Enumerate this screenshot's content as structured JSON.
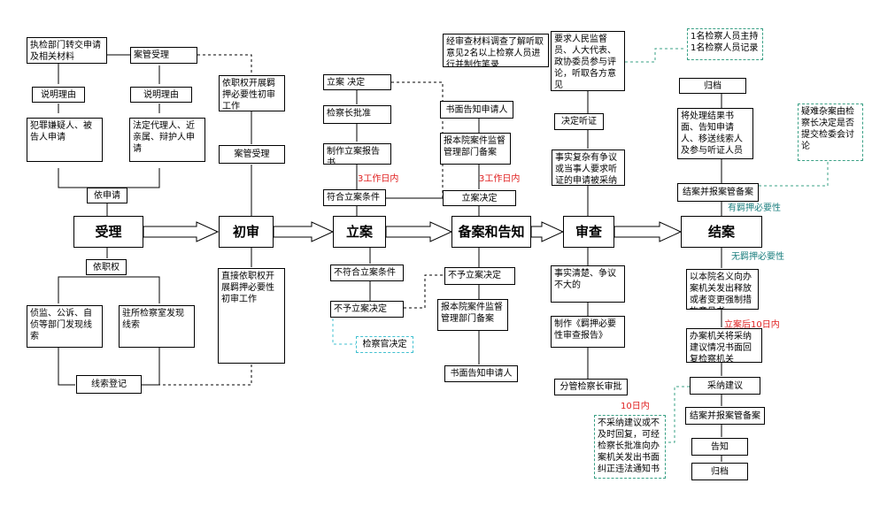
{
  "stages": {
    "accept": "受理",
    "review": "初审",
    "file": "立案",
    "record": "备案和告知",
    "examine": "审查",
    "close": "结案"
  },
  "accept": {
    "transfer": "执检部门转交申请及相关材料",
    "reason1": "说明理由",
    "suspect": "犯罪嫌疑人、被告人申请",
    "case_mgmt": "案管受理",
    "reason2": "说明理由",
    "legal_rep": "法定代理人、近亲属、辩护人申请",
    "by_application": "依申请",
    "by_authority": "依职权",
    "investigate": "侦监、公诉、自侦等部门发现线索",
    "resident": "驻所检察室发现线索",
    "clue_reg": "线索登记"
  },
  "review": {
    "ex_officio": "依职权开展羁押必要性初审工作",
    "case_mgmt": "案管受理",
    "direct": "直接依职权开展羁押必要性初审工作"
  },
  "file": {
    "decision": "立案   决定",
    "approve": "检察长批准",
    "report": "制作立案报告书",
    "meets": "符合立案条件",
    "not_meet": "不符合立案条件",
    "no_file": "不予立案决定",
    "prosecutor": "检察官决定",
    "days3": "3工作日内"
  },
  "record": {
    "note": "经审查材料调查了解听取意见2名以上检察人员进行并制作笔录",
    "notify_applicant": "书面告知申请人",
    "report_supervise": "报本院案件监督管理部门备案",
    "file_decision": "立案决定",
    "no_file_decision": "不予立案决定",
    "report_supervise2": "报本院案件监督管理部门备案",
    "notify_applicant2": "书面告知申请人",
    "days3": "3工作日内"
  },
  "examine": {
    "require": "要求人民监督员、人大代表、政协委员参与评论，听取各方意见",
    "hearing": "决定听证",
    "complex": "事实复杂有争议或当事人要求听证的申请被采纳",
    "clear": "事实清楚、争议不大的",
    "make_report": "制作《羁押必要性审查报告》",
    "approve": "分管检察长审批",
    "days10": "10日内",
    "hearing_staff": "1名检察人员主持 1名检察人员记录"
  },
  "close": {
    "archive_top": "归档",
    "process": "将处理结果书面、告知申请人、移送线索人及参与听证人员",
    "close_record": "结案并报案管备案",
    "need": "有羁押必要性",
    "no_need": "无羁押必要性",
    "notice": "以本院名义向办案机关发出释放或者变更强制措施意见书",
    "within10": "立案后10日内",
    "reply": "办案机关将采纳建议情况书面回复检察机关",
    "adopt": "采纳建议",
    "close_record2": "结案并报案管备案",
    "inform": "告知",
    "archive_bottom": "归档",
    "not_adopt": "不采纳建议或不及时回复，可经检察长批准向办案机关发出书面纠正违法通知书",
    "difficult": "疑难杂案由检察长决定是否提交检委会讨论"
  },
  "colors": {
    "line": "#000000",
    "dashed_green": "#3aa085",
    "dashed_cyan": "#40c0d0",
    "red_note": "#e02020",
    "teal_note": "#1e8080"
  }
}
